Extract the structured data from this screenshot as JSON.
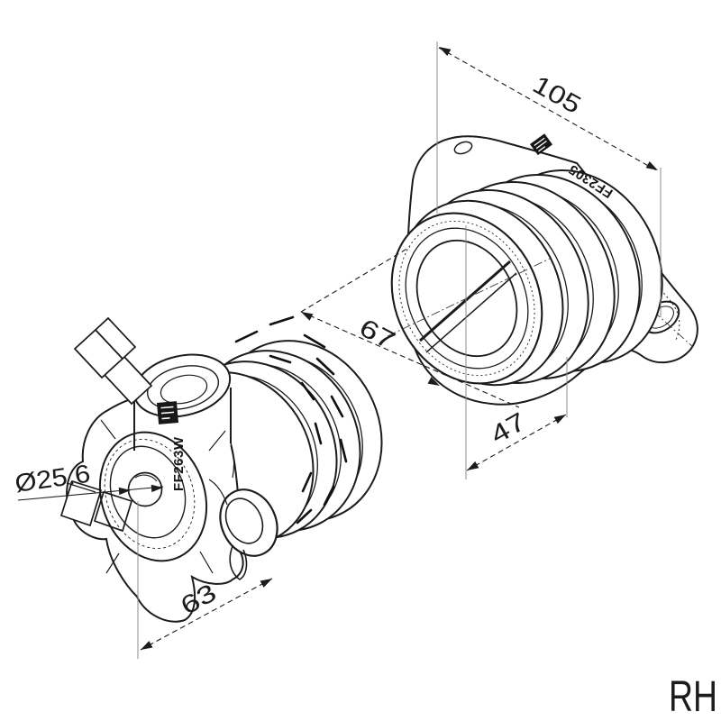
{
  "drawing": {
    "variant_label": "RH",
    "dimension_labels": {
      "flange_width": "105",
      "body_length": "67",
      "port_offset": "47",
      "carb_length": "63",
      "bore_diameter": "Ø25.6"
    },
    "part_markings": {
      "flange_adapter": "FF2305",
      "carburetor_body": "FF263W"
    },
    "colors": {
      "line": "#1c1c1c",
      "extension_line": "#8d8d8d",
      "background": "#ffffff"
    }
  }
}
